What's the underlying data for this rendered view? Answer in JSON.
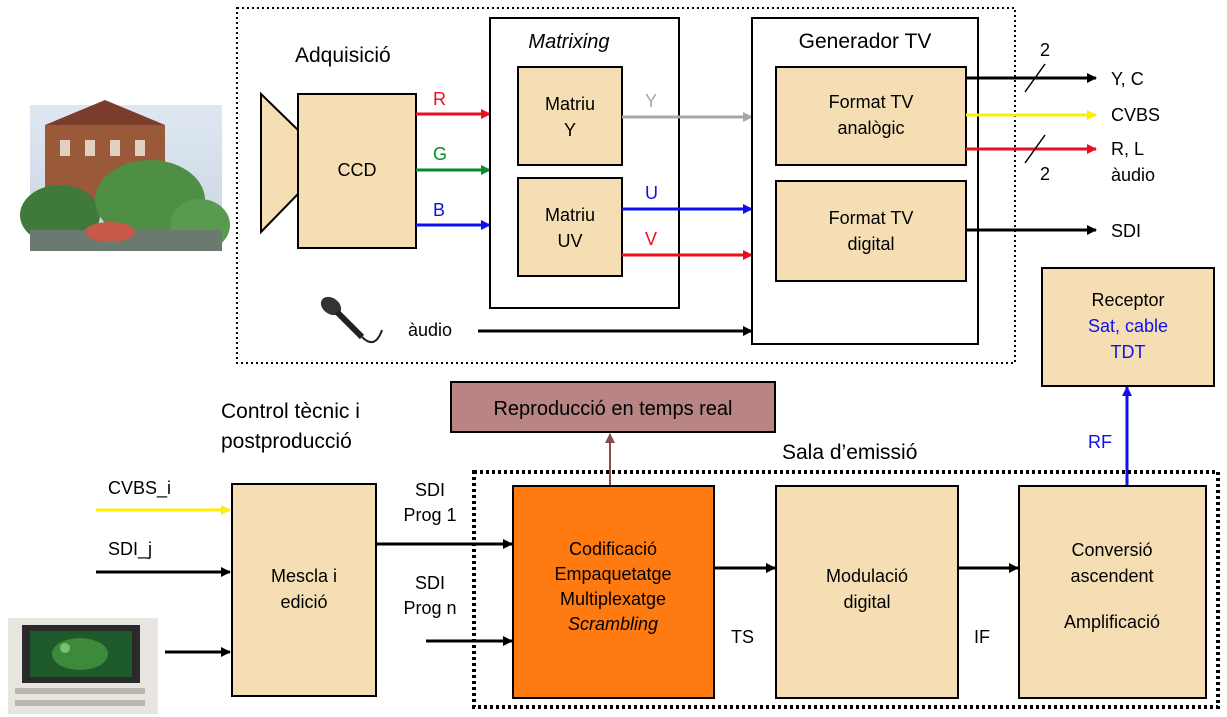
{
  "colors": {
    "box_fill": "#f5deb3",
    "codif_fill": "#ff7b12",
    "repro_fill": "#b88484",
    "red": "#e8101e",
    "green": "#0a8a2a",
    "blue": "#1010ee",
    "grey": "#a8a8a8",
    "yellow": "#ffee00"
  },
  "acquisition": {
    "title": "Adquisició",
    "ccd": "CCD",
    "r": "R",
    "g": "G",
    "b": "B",
    "audio": "àudio"
  },
  "matrixing": {
    "title": "Matrixing",
    "matriu_y": [
      "Matriu",
      "Y"
    ],
    "matriu_uv": [
      "Matriu",
      "UV"
    ],
    "y": "Y",
    "u": "U",
    "v": "V"
  },
  "generator": {
    "title": "Generador TV",
    "analog": [
      "Format TV",
      "analògic"
    ],
    "digital": [
      "Format TV",
      "digital"
    ],
    "outputs": {
      "yc": "Y, C",
      "cvbs": "CVBS",
      "rl": "R, L",
      "rl_audio": "àudio",
      "sdi": "SDI",
      "bus_count_1": "2",
      "bus_count_2": "2"
    }
  },
  "receiver": {
    "title": "Receptor",
    "line2": "Sat, cable",
    "line3": "TDT",
    "rf": "RF"
  },
  "control": {
    "title": [
      "Control tècnic i",
      "postproducció"
    ],
    "mix": [
      "Mescla i",
      "edició"
    ],
    "cvbs_i": "CVBS_i",
    "sdi_j": "SDI_j"
  },
  "reproduction": "Reproducció en temps real",
  "emission": {
    "title": "Sala d’emissió",
    "sdi_prog1": [
      "SDI",
      "Prog 1"
    ],
    "sdi_progn": [
      "SDI",
      "Prog n"
    ],
    "coding": [
      "Codificació",
      "Empaquetatge",
      "Multiplexatge",
      "Scrambling"
    ],
    "ts": "TS",
    "modulation": [
      "Modulació",
      "digital"
    ],
    "if": "IF",
    "conversion": [
      "Conversió",
      "ascendent",
      "Amplificació"
    ]
  }
}
